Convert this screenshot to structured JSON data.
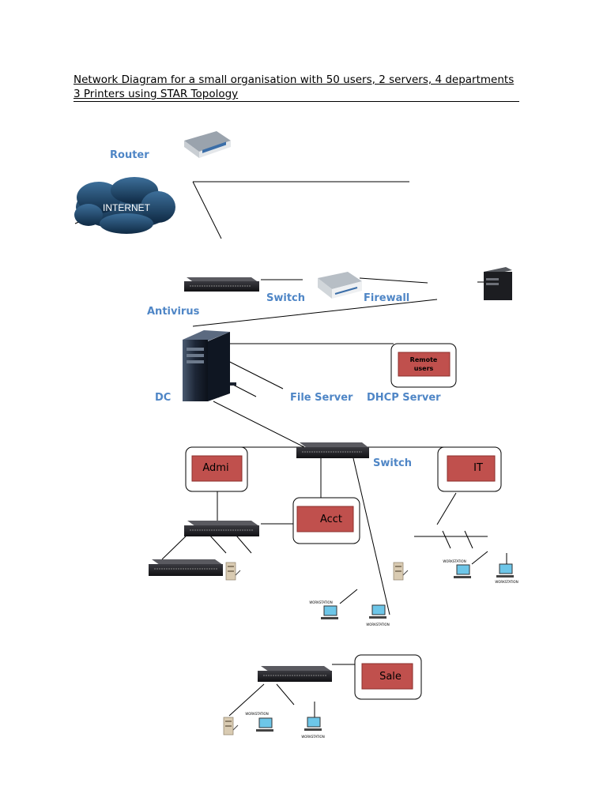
{
  "title": "Network Diagram for a small organisation with 50 users, 2 servers, 4 departments 3 Printers using STAR Topology",
  "labels": {
    "router": "Router",
    "internet": "INTERNET",
    "antivirus": "Antivirus",
    "switch_top": "Switch",
    "firewall": "Firewall",
    "dc": "DC",
    "file_server": "File Server",
    "dhcp_server": "DHCP Server",
    "switch_main": "Switch"
  },
  "departments": {
    "remote": "Remote users",
    "admin": "Admi",
    "acct": "Acct",
    "it": "IT",
    "sale": "Sale"
  },
  "workstation_label": "WORKSTATION",
  "colors": {
    "label_blue": "#4f86c6",
    "dept_red": "#c0504d",
    "switch_dark": "#1e1e22"
  }
}
